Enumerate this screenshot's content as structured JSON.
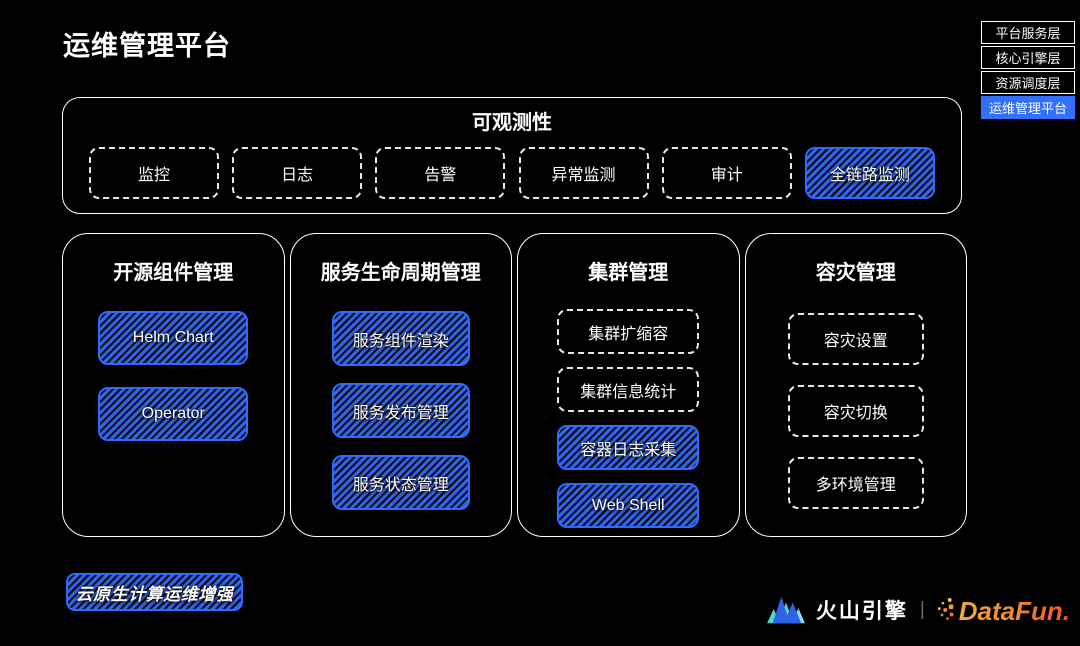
{
  "page": {
    "title": "运维管理平台"
  },
  "legend": {
    "items": [
      {
        "label": "平台服务层",
        "state": "default"
      },
      {
        "label": "核心引擎层",
        "state": "default"
      },
      {
        "label": "资源调度层",
        "state": "default"
      },
      {
        "label": "运维管理平台",
        "state": "active"
      }
    ]
  },
  "observability": {
    "title": "可观测性",
    "items": [
      {
        "label": "监控",
        "style": "dashed"
      },
      {
        "label": "日志",
        "style": "dashed"
      },
      {
        "label": "告警",
        "style": "dashed"
      },
      {
        "label": "异常监测",
        "style": "dashed"
      },
      {
        "label": "审计",
        "style": "dashed"
      },
      {
        "label": "全链路监测",
        "style": "hatched"
      }
    ]
  },
  "columns": [
    {
      "title": "开源组件管理",
      "items": [
        {
          "label": "Helm Chart",
          "style": "hatched"
        },
        {
          "label": "Operator",
          "style": "hatched"
        }
      ]
    },
    {
      "title": "服务生命周期管理",
      "items": [
        {
          "label": "服务组件渲染",
          "style": "hatched"
        },
        {
          "label": "服务发布管理",
          "style": "hatched"
        },
        {
          "label": "服务状态管理",
          "style": "hatched"
        }
      ]
    },
    {
      "title": "集群管理",
      "items": [
        {
          "label": "集群扩缩容",
          "style": "dashed"
        },
        {
          "label": "集群信息统计",
          "style": "dashed"
        },
        {
          "label": "容器日志采集",
          "style": "hatched"
        },
        {
          "label": "Web Shell",
          "style": "hatched"
        }
      ]
    },
    {
      "title": "容灾管理",
      "items": [
        {
          "label": "容灾设置",
          "style": "dashed"
        },
        {
          "label": "容灾切换",
          "style": "dashed"
        },
        {
          "label": "多环境管理",
          "style": "dashed"
        }
      ]
    }
  ],
  "footer": {
    "badge_label": "云原生计算运维增强",
    "brand_left_name": "火山引擎",
    "divider": "|",
    "brand_right_name": "DataFun."
  },
  "colors": {
    "background": "#000000",
    "accent_blue": "#3370FF",
    "hatch_stripe_blue": "#3064F0",
    "hatch_stripe_dark": "#0D1117",
    "hatch_border_blue": "#2E6BFF",
    "dashed_border": "#E8E8E8",
    "datafun_gradient_start": "#F2A93B",
    "datafun_gradient_end": "#E8542A",
    "volcano_teal": "#4FD6C9",
    "volcano_cyan": "#8FD8E8",
    "volcano_blue": "#2E62E8"
  }
}
